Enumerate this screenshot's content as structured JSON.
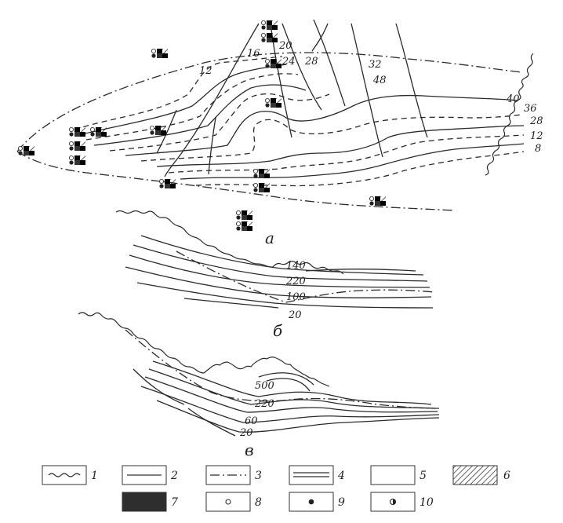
{
  "panels": [
    {
      "id": "a",
      "label": "а"
    },
    {
      "id": "b",
      "label": "б"
    },
    {
      "id": "c",
      "label": "в"
    }
  ],
  "contours_a": [
    "12",
    "16",
    "20",
    "24",
    "28",
    "32",
    "48",
    "40",
    "36",
    "28",
    "12",
    "8"
  ],
  "contours_b": [
    "140",
    "220",
    "100",
    "20"
  ],
  "contours_c": [
    "500",
    "220",
    "60",
    "20"
  ],
  "legend": [
    {
      "num": "1",
      "sym": "wavy"
    },
    {
      "num": "2",
      "sym": "solid"
    },
    {
      "num": "3",
      "sym": "dashdot"
    },
    {
      "num": "4",
      "sym": "double"
    },
    {
      "num": "5",
      "sym": "blank"
    },
    {
      "num": "6",
      "sym": "hatch"
    },
    {
      "num": "7",
      "sym": "dark"
    },
    {
      "num": "8",
      "sym": "open-circle"
    },
    {
      "num": "9",
      "sym": "filled-circle"
    },
    {
      "num": "10",
      "sym": "half-circle"
    }
  ]
}
